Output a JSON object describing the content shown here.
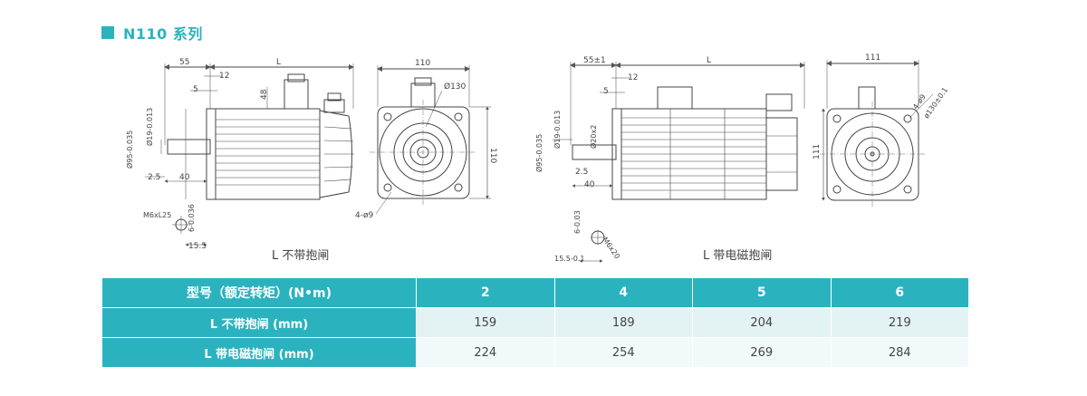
{
  "series": {
    "title": "N110 系列"
  },
  "drawing_left": {
    "caption": "L 不带抱闸",
    "dims": {
      "d55": "55",
      "dL": "L",
      "d12": "12",
      "d5": "5",
      "d48": "48",
      "d19": "Ø19-0.013",
      "d95": "Ø95-0.035",
      "d25": "2.5",
      "d40": "40",
      "thread": "M6xL25",
      "d6": "6-0.036",
      "d155": "15.5",
      "d110top": "110",
      "d130": "Ø130",
      "d110side": "110",
      "holes": "4-ø9"
    }
  },
  "drawing_right": {
    "caption": "L 带电磁抱闸",
    "dims": {
      "d55": "55±1",
      "dL": "L",
      "d12": "12",
      "d5": "5",
      "d19": "Ø19-0.013",
      "d20": "Ø20x2",
      "d95": "Ø95-0.035",
      "d25": "2.5",
      "d40": "40",
      "d6": "6-0.03",
      "thread": "M6x20",
      "d155": "15.5-0.1",
      "d111top": "111",
      "d111side": "111",
      "holes": "4-ø9",
      "d130": "ø130±0.1"
    }
  },
  "table": {
    "header": {
      "label": "型号（额定转矩）(N•m)",
      "cols": [
        "2",
        "4",
        "5",
        "6"
      ]
    },
    "rows": [
      {
        "label": "L 不带抱闸 (mm)",
        "values": [
          "159",
          "189",
          "204",
          "219"
        ]
      },
      {
        "label": "L 带电磁抱闸 (mm)",
        "values": [
          "224",
          "254",
          "269",
          "284"
        ]
      }
    ]
  }
}
